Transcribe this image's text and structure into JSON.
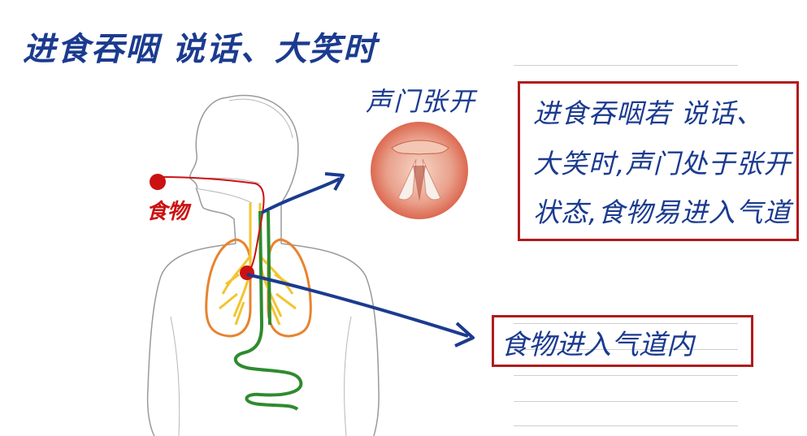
{
  "title": "进食吞咽 说话、大笑时",
  "glottis_label": "声门张开",
  "food_label": "食物",
  "note_box": {
    "lines": [
      "进食吞咽若 说话、",
      "大笑时,声门处于张开",
      "状态,食物易进入气道"
    ]
  },
  "airway_label": "食物进入气道内",
  "colors": {
    "handwriting_blue": "#1b3b8f",
    "box_red": "#b01c1c",
    "food_red": "#cc1111",
    "lung_orange": "#e8832e",
    "bronchi_yellow": "#f2c531",
    "esophagus_green": "#2e8b2e",
    "sketch_gray": "#9a9a9a"
  },
  "icons": [
    "body-sketch-icon",
    "glottis-photo-icon",
    "arrow-icon"
  ]
}
